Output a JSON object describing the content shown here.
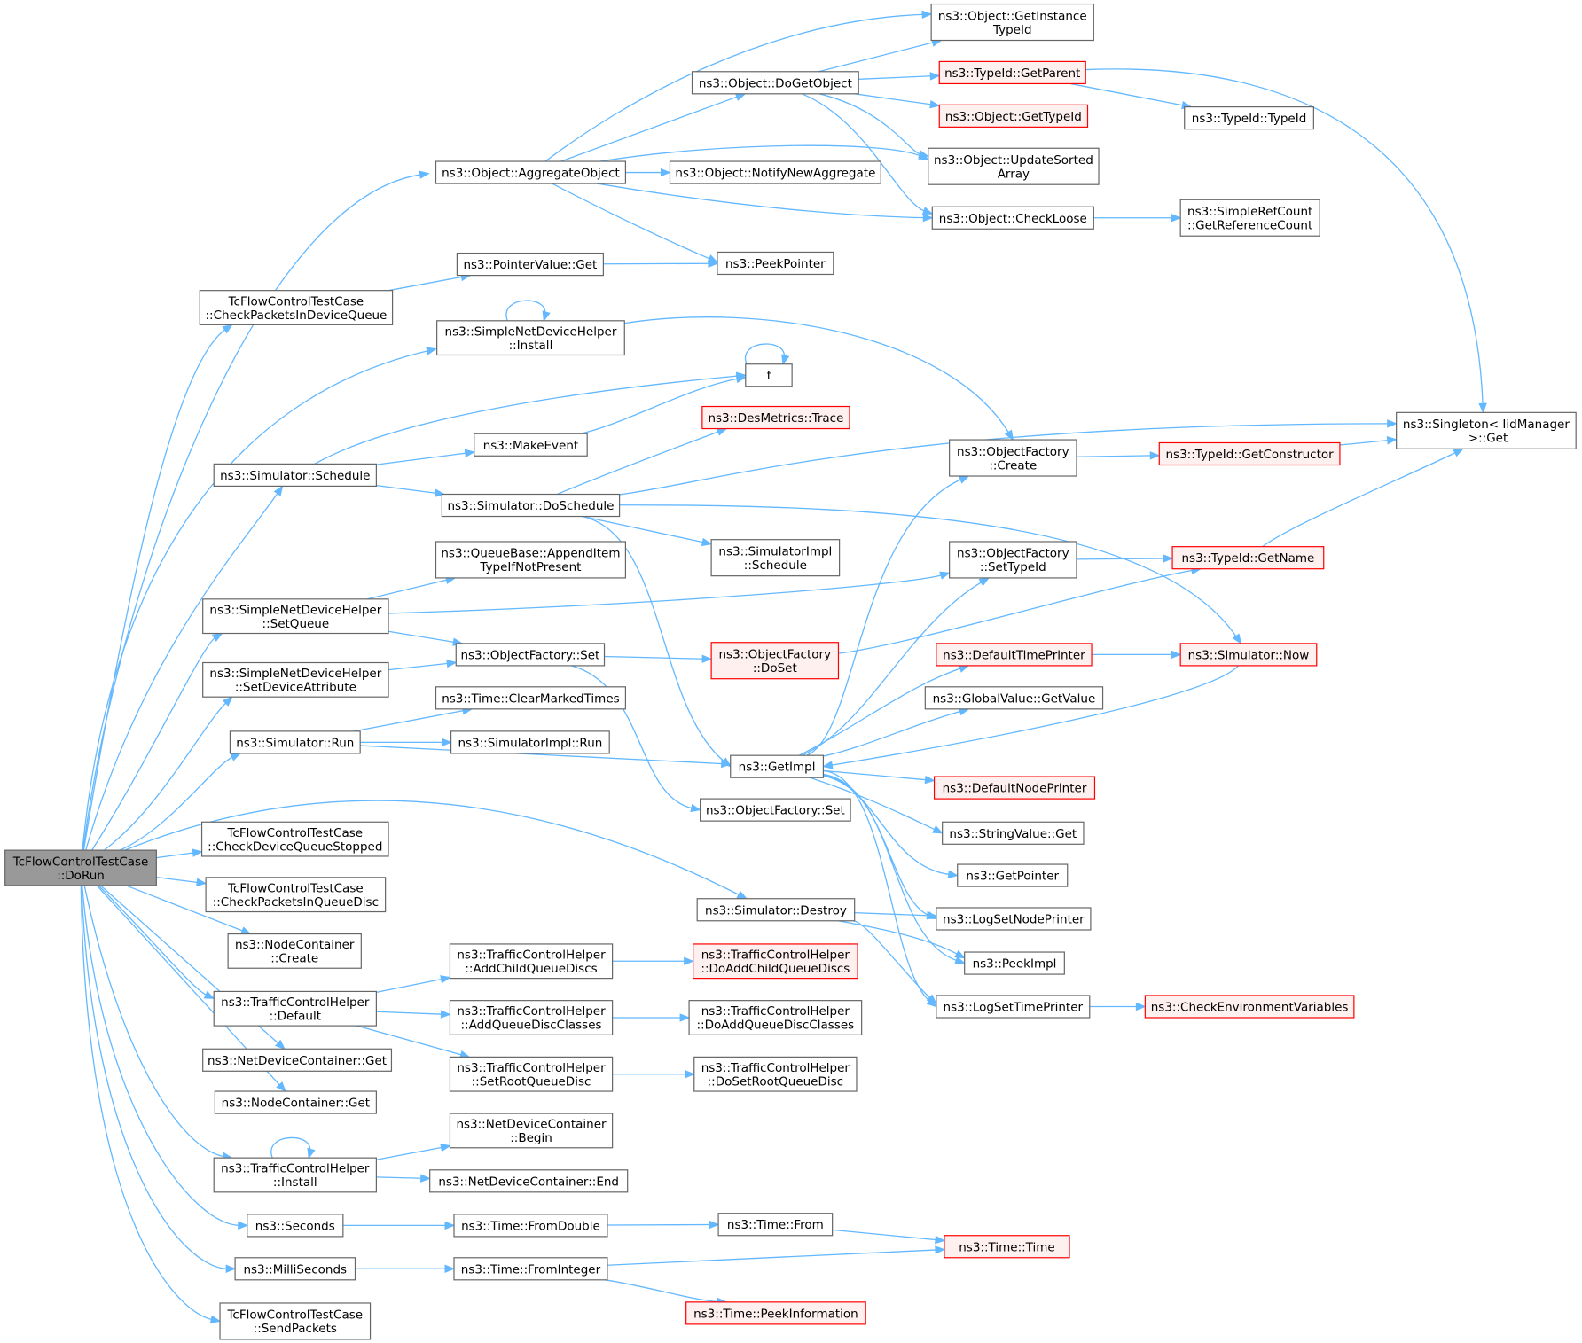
{
  "colors": {
    "edge": "#63b8ff",
    "node_border": "#666666",
    "node_fill": "#ffffff",
    "focus_fill": "#999999",
    "focus_border": "#666666",
    "truncated_border": "#ff0000",
    "truncated_fill": "#fff0f0"
  },
  "nodes": [
    {
      "id": "dorun",
      "lines": [
        "TcFlowControlTestCase",
        "::DoRun"
      ],
      "style": "focus"
    },
    {
      "id": "aggregate",
      "lines": [
        "ns3::Object::AggregateObject"
      ],
      "style": "normal"
    },
    {
      "id": "getinstancetypeid",
      "lines": [
        "ns3::Object::GetInstance",
        "TypeId"
      ],
      "style": "normal"
    },
    {
      "id": "dogetobject",
      "lines": [
        "ns3::Object::DoGetObject"
      ],
      "style": "normal"
    },
    {
      "id": "getparent",
      "lines": [
        "ns3::TypeId::GetParent"
      ],
      "style": "truncated"
    },
    {
      "id": "gettypeid",
      "lines": [
        "ns3::Object::GetTypeId"
      ],
      "style": "truncated"
    },
    {
      "id": "typeidtypeid",
      "lines": [
        "ns3::TypeId::TypeId"
      ],
      "style": "normal"
    },
    {
      "id": "updatesorted",
      "lines": [
        "ns3::Object::UpdateSorted",
        "Array"
      ],
      "style": "normal"
    },
    {
      "id": "notifynewagg",
      "lines": [
        "ns3::Object::NotifyNewAggregate"
      ],
      "style": "normal"
    },
    {
      "id": "checkloose",
      "lines": [
        "ns3::Object::CheckLoose"
      ],
      "style": "normal"
    },
    {
      "id": "getrefcount",
      "lines": [
        "ns3::SimpleRefCount",
        "::GetReferenceCount"
      ],
      "style": "normal"
    },
    {
      "id": "peekpointer",
      "lines": [
        "ns3::PeekPointer"
      ],
      "style": "normal"
    },
    {
      "id": "pointervalueget",
      "lines": [
        "ns3::PointerValue::Get"
      ],
      "style": "normal"
    },
    {
      "id": "checkpktsdevq",
      "lines": [
        "TcFlowControlTestCase",
        "::CheckPacketsInDeviceQueue"
      ],
      "style": "normal"
    },
    {
      "id": "sndhinstall",
      "lines": [
        "ns3::SimpleNetDeviceHelper",
        "::Install"
      ],
      "style": "normal"
    },
    {
      "id": "f",
      "lines": [
        "f"
      ],
      "style": "normal"
    },
    {
      "id": "makeevent",
      "lines": [
        "ns3::MakeEvent"
      ],
      "style": "normal"
    },
    {
      "id": "desmetrics",
      "lines": [
        "ns3::DesMetrics::Trace"
      ],
      "style": "truncated"
    },
    {
      "id": "singletonget",
      "lines": [
        "ns3::Singleton< IidManager",
        " >::Get"
      ],
      "style": "normal"
    },
    {
      "id": "ofcreate",
      "lines": [
        "ns3::ObjectFactory",
        "::Create"
      ],
      "style": "normal"
    },
    {
      "id": "getconstructor",
      "lines": [
        "ns3::TypeId::GetConstructor"
      ],
      "style": "truncated"
    },
    {
      "id": "schedule",
      "lines": [
        "ns3::Simulator::Schedule"
      ],
      "style": "normal"
    },
    {
      "id": "doschedule",
      "lines": [
        "ns3::Simulator::DoSchedule"
      ],
      "style": "normal"
    },
    {
      "id": "simimplschedule",
      "lines": [
        "ns3::SimulatorImpl",
        "::Schedule"
      ],
      "style": "normal"
    },
    {
      "id": "appenditem",
      "lines": [
        "ns3::QueueBase::AppendItem",
        "TypeIfNotPresent"
      ],
      "style": "normal"
    },
    {
      "id": "ofsettypeid",
      "lines": [
        "ns3::ObjectFactory",
        "::SetTypeId"
      ],
      "style": "normal"
    },
    {
      "id": "getname",
      "lines": [
        "ns3::TypeId::GetName"
      ],
      "style": "truncated"
    },
    {
      "id": "sndhsetqueue",
      "lines": [
        "ns3::SimpleNetDeviceHelper",
        "::SetQueue"
      ],
      "style": "normal"
    },
    {
      "id": "ofset1",
      "lines": [
        "ns3::ObjectFactory::Set"
      ],
      "style": "normal"
    },
    {
      "id": "ofdoset",
      "lines": [
        "ns3::ObjectFactory",
        "::DoSet"
      ],
      "style": "truncated"
    },
    {
      "id": "defaulttimeprinter",
      "lines": [
        "ns3::DefaultTimePrinter"
      ],
      "style": "truncated"
    },
    {
      "id": "simnow",
      "lines": [
        "ns3::Simulator::Now"
      ],
      "style": "truncated"
    },
    {
      "id": "sndhsetdevattr",
      "lines": [
        "ns3::SimpleNetDeviceHelper",
        "::SetDeviceAttribute"
      ],
      "style": "normal"
    },
    {
      "id": "globalvaluegetvalue",
      "lines": [
        "ns3::GlobalValue::GetValue"
      ],
      "style": "normal"
    },
    {
      "id": "clearmarkedtimes",
      "lines": [
        "ns3::Time::ClearMarkedTimes"
      ],
      "style": "normal"
    },
    {
      "id": "simrun",
      "lines": [
        "ns3::Simulator::Run"
      ],
      "style": "normal"
    },
    {
      "id": "simimplrun",
      "lines": [
        "ns3::SimulatorImpl::Run"
      ],
      "style": "normal"
    },
    {
      "id": "getimpl",
      "lines": [
        "ns3::GetImpl"
      ],
      "style": "normal"
    },
    {
      "id": "defaultnodeprinter",
      "lines": [
        "ns3::DefaultNodePrinter"
      ],
      "style": "truncated"
    },
    {
      "id": "ofset2",
      "lines": [
        "ns3::ObjectFactory::Set"
      ],
      "style": "normal"
    },
    {
      "id": "stringvalueget",
      "lines": [
        "ns3::StringValue::Get"
      ],
      "style": "normal"
    },
    {
      "id": "checkdevqstopped",
      "lines": [
        "TcFlowControlTestCase",
        "::CheckDeviceQueueStopped"
      ],
      "style": "normal"
    },
    {
      "id": "getpointer",
      "lines": [
        "ns3::GetPointer"
      ],
      "style": "normal"
    },
    {
      "id": "checkpktsqdisc",
      "lines": [
        "TcFlowControlTestCase",
        "::CheckPacketsInQueueDisc"
      ],
      "style": "normal"
    },
    {
      "id": "simdestroy",
      "lines": [
        "ns3::Simulator::Destroy"
      ],
      "style": "normal"
    },
    {
      "id": "logsetnodeprinter",
      "lines": [
        "ns3::LogSetNodePrinter"
      ],
      "style": "normal"
    },
    {
      "id": "nccreate",
      "lines": [
        "ns3::NodeContainer",
        "::Create"
      ],
      "style": "normal"
    },
    {
      "id": "peekimpl",
      "lines": [
        "ns3::PeekImpl"
      ],
      "style": "normal"
    },
    {
      "id": "tchaddchild",
      "lines": [
        "ns3::TrafficControlHelper",
        "::AddChildQueueDiscs"
      ],
      "style": "normal"
    },
    {
      "id": "tchdoaddchild",
      "lines": [
        "ns3::TrafficControlHelper",
        "::DoAddChildQueueDiscs"
      ],
      "style": "truncated"
    },
    {
      "id": "logsettimeprinter",
      "lines": [
        "ns3::LogSetTimePrinter"
      ],
      "style": "normal"
    },
    {
      "id": "checkenvvars",
      "lines": [
        "ns3::CheckEnvironmentVariables"
      ],
      "style": "truncated"
    },
    {
      "id": "tchdefault",
      "lines": [
        "ns3::TrafficControlHelper",
        "::Default"
      ],
      "style": "normal"
    },
    {
      "id": "tchaddclasses",
      "lines": [
        "ns3::TrafficControlHelper",
        "::AddQueueDiscClasses"
      ],
      "style": "normal"
    },
    {
      "id": "tchdoaddclasses",
      "lines": [
        "ns3::TrafficControlHelper",
        "::DoAddQueueDiscClasses"
      ],
      "style": "normal"
    },
    {
      "id": "ndcget",
      "lines": [
        "ns3::NetDeviceContainer::Get"
      ],
      "style": "normal"
    },
    {
      "id": "tchsetroot",
      "lines": [
        "ns3::TrafficControlHelper",
        "::SetRootQueueDisc"
      ],
      "style": "normal"
    },
    {
      "id": "tchdosetroot",
      "lines": [
        "ns3::TrafficControlHelper",
        "::DoSetRootQueueDisc"
      ],
      "style": "normal"
    },
    {
      "id": "ncget",
      "lines": [
        "ns3::NodeContainer::Get"
      ],
      "style": "normal"
    },
    {
      "id": "ndcbegin",
      "lines": [
        "ns3::NetDeviceContainer",
        "::Begin"
      ],
      "style": "normal"
    },
    {
      "id": "tchinstall",
      "lines": [
        "ns3::TrafficControlHelper",
        "::Install"
      ],
      "style": "normal"
    },
    {
      "id": "ndcend",
      "lines": [
        "ns3::NetDeviceContainer::End"
      ],
      "style": "normal"
    },
    {
      "id": "seconds",
      "lines": [
        "ns3::Seconds"
      ],
      "style": "normal"
    },
    {
      "id": "fromdouble",
      "lines": [
        "ns3::Time::FromDouble"
      ],
      "style": "normal"
    },
    {
      "id": "timefrom",
      "lines": [
        "ns3::Time::From"
      ],
      "style": "normal"
    },
    {
      "id": "timetime",
      "lines": [
        "ns3::Time::Time"
      ],
      "style": "truncated"
    },
    {
      "id": "milliseconds",
      "lines": [
        "ns3::MilliSeconds"
      ],
      "style": "normal"
    },
    {
      "id": "frominteger",
      "lines": [
        "ns3::Time::FromInteger"
      ],
      "style": "normal"
    },
    {
      "id": "peekinformation",
      "lines": [
        "ns3::Time::PeekInformation"
      ],
      "style": "truncated"
    },
    {
      "id": "sendpackets",
      "lines": [
        "TcFlowControlTestCase",
        "::SendPackets"
      ],
      "style": "normal"
    }
  ],
  "edges": [
    [
      "dorun",
      "aggregate"
    ],
    [
      "dorun",
      "checkpktsdevq"
    ],
    [
      "dorun",
      "sndhinstall"
    ],
    [
      "dorun",
      "schedule"
    ],
    [
      "dorun",
      "sndhsetqueue"
    ],
    [
      "dorun",
      "sndhsetdevattr"
    ],
    [
      "dorun",
      "simrun"
    ],
    [
      "dorun",
      "checkdevqstopped"
    ],
    [
      "dorun",
      "checkpktsqdisc"
    ],
    [
      "dorun",
      "simdestroy"
    ],
    [
      "dorun",
      "nccreate"
    ],
    [
      "dorun",
      "tchdefault"
    ],
    [
      "dorun",
      "ndcget"
    ],
    [
      "dorun",
      "ncget"
    ],
    [
      "dorun",
      "tchinstall"
    ],
    [
      "dorun",
      "seconds"
    ],
    [
      "dorun",
      "milliseconds"
    ],
    [
      "dorun",
      "sendpackets"
    ],
    [
      "aggregate",
      "getinstancetypeid"
    ],
    [
      "aggregate",
      "dogetobject"
    ],
    [
      "aggregate",
      "updatesorted"
    ],
    [
      "aggregate",
      "notifynewagg"
    ],
    [
      "aggregate",
      "checkloose"
    ],
    [
      "aggregate",
      "peekpointer"
    ],
    [
      "dogetobject",
      "getinstancetypeid"
    ],
    [
      "dogetobject",
      "getparent"
    ],
    [
      "dogetobject",
      "gettypeid"
    ],
    [
      "dogetobject",
      "updatesorted"
    ],
    [
      "dogetobject",
      "checkloose"
    ],
    [
      "getparent",
      "typeidtypeid"
    ],
    [
      "getparent",
      "singletonget"
    ],
    [
      "checkloose",
      "getrefcount"
    ],
    [
      "checkpktsdevq",
      "pointervalueget"
    ],
    [
      "pointervalueget",
      "peekpointer"
    ],
    [
      "sndhinstall",
      "sndhinstall"
    ],
    [
      "sndhinstall",
      "ofcreate"
    ],
    [
      "f",
      "f"
    ],
    [
      "schedule",
      "f"
    ],
    [
      "schedule",
      "makeevent"
    ],
    [
      "schedule",
      "doschedule"
    ],
    [
      "makeevent",
      "f"
    ],
    [
      "doschedule",
      "desmetrics"
    ],
    [
      "doschedule",
      "singletonget"
    ],
    [
      "doschedule",
      "simimplschedule"
    ],
    [
      "doschedule",
      "simnow"
    ],
    [
      "doschedule",
      "getimpl"
    ],
    [
      "ofcreate",
      "getconstructor"
    ],
    [
      "getconstructor",
      "singletonget"
    ],
    [
      "sndhsetqueue",
      "appenditem"
    ],
    [
      "sndhsetqueue",
      "ofsettypeid"
    ],
    [
      "sndhsetqueue",
      "ofset1"
    ],
    [
      "ofsettypeid",
      "getname"
    ],
    [
      "getname",
      "singletonget"
    ],
    [
      "sndhsetdevattr",
      "ofset1"
    ],
    [
      "ofset1",
      "ofdoset"
    ],
    [
      "ofset1",
      "ofset2"
    ],
    [
      "ofdoset",
      "getname"
    ],
    [
      "defaulttimeprinter",
      "simnow"
    ],
    [
      "simnow",
      "getimpl"
    ],
    [
      "simrun",
      "clearmarkedtimes"
    ],
    [
      "simrun",
      "simimplrun"
    ],
    [
      "simrun",
      "getimpl"
    ],
    [
      "getimpl",
      "ofcreate"
    ],
    [
      "getimpl",
      "ofsettypeid"
    ],
    [
      "getimpl",
      "defaulttimeprinter"
    ],
    [
      "getimpl",
      "globalvaluegetvalue"
    ],
    [
      "getimpl",
      "defaultnodeprinter"
    ],
    [
      "getimpl",
      "stringvalueget"
    ],
    [
      "getimpl",
      "getpointer"
    ],
    [
      "getimpl",
      "logsetnodeprinter"
    ],
    [
      "getimpl",
      "peekimpl"
    ],
    [
      "getimpl",
      "logsettimeprinter"
    ],
    [
      "simdestroy",
      "logsetnodeprinter"
    ],
    [
      "simdestroy",
      "peekimpl"
    ],
    [
      "simdestroy",
      "logsettimeprinter"
    ],
    [
      "logsettimeprinter",
      "checkenvvars"
    ],
    [
      "tchaddchild",
      "tchdoaddchild"
    ],
    [
      "tchdefault",
      "tchaddchild"
    ],
    [
      "tchdefault",
      "tchaddclasses"
    ],
    [
      "tchdefault",
      "tchsetroot"
    ],
    [
      "tchaddclasses",
      "tchdoaddclasses"
    ],
    [
      "tchsetroot",
      "tchdosetroot"
    ],
    [
      "tchinstall",
      "tchinstall"
    ],
    [
      "tchinstall",
      "ndcbegin"
    ],
    [
      "tchinstall",
      "ndcend"
    ],
    [
      "seconds",
      "fromdouble"
    ],
    [
      "fromdouble",
      "timefrom"
    ],
    [
      "timefrom",
      "timetime"
    ],
    [
      "milliseconds",
      "frominteger"
    ],
    [
      "frominteger",
      "timetime"
    ],
    [
      "frominteger",
      "peekinformation"
    ]
  ]
}
